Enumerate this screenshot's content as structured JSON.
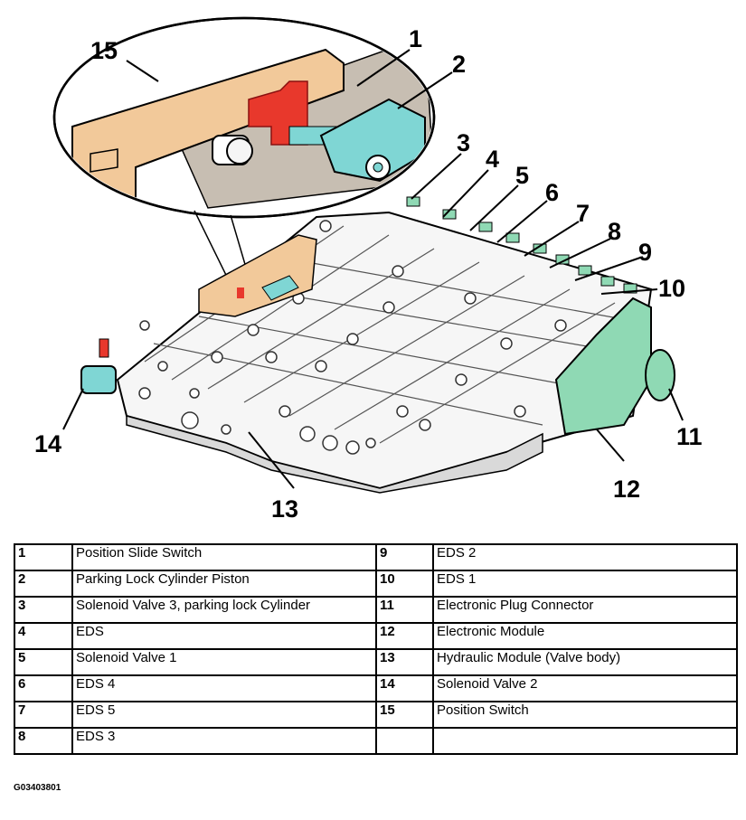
{
  "callouts": [
    "1",
    "2",
    "3",
    "4",
    "5",
    "6",
    "7",
    "8",
    "9",
    "10",
    "11",
    "12",
    "13",
    "14",
    "15"
  ],
  "legend": [
    {
      "left_num": "1",
      "left_desc": "Position Slide Switch",
      "right_num": "9",
      "right_desc": "EDS 2"
    },
    {
      "left_num": "2",
      "left_desc": "Parking Lock Cylinder Piston",
      "right_num": "10",
      "right_desc": "EDS 1"
    },
    {
      "left_num": "3",
      "left_desc": "Solenoid Valve 3, parking lock Cylinder",
      "right_num": "11",
      "right_desc": "Electronic Plug Connector"
    },
    {
      "left_num": "4",
      "left_desc": "EDS",
      "right_num": "12",
      "right_desc": "Electronic Module"
    },
    {
      "left_num": "5",
      "left_desc": "Solenoid Valve 1",
      "right_num": "13",
      "right_desc": "Hydraulic Module (Valve body)"
    },
    {
      "left_num": "6",
      "left_desc": "EDS 4",
      "right_num": "14",
      "right_desc": "Solenoid Valve 2"
    },
    {
      "left_num": "7",
      "left_desc": "EDS 5",
      "right_num": "15",
      "right_desc": "Position Switch"
    },
    {
      "left_num": "8",
      "left_desc": "EDS 3",
      "right_num": "",
      "right_desc": ""
    }
  ],
  "figure_code": "G03403801",
  "colors": {
    "orange": "#f2c99a",
    "cyan": "#7fd6d4",
    "red": "#e8382c",
    "green": "#8fd9b4",
    "gray": "#c7beb2",
    "line": "#000000"
  }
}
